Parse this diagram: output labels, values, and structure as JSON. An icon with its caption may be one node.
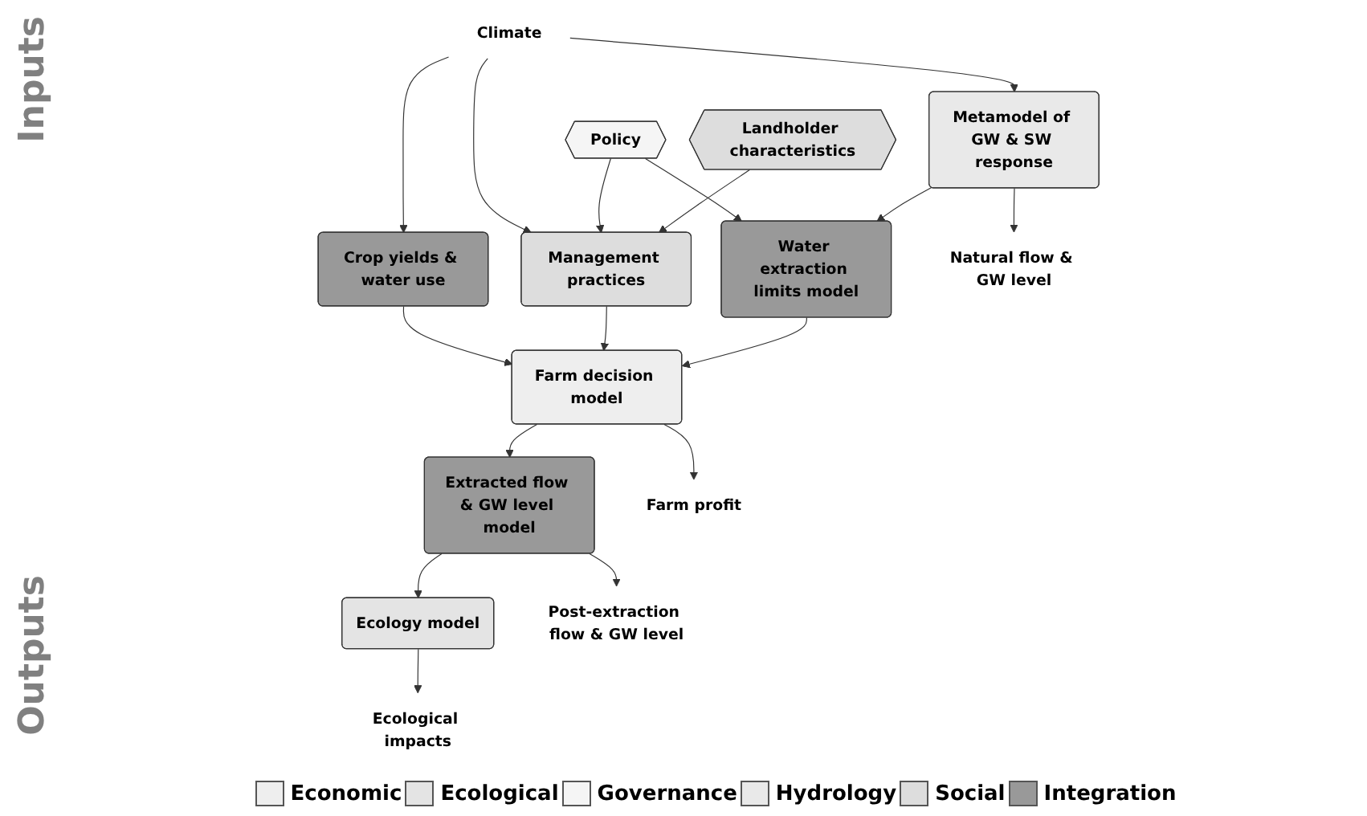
{
  "diagram": {
    "nodes": [
      {
        "text": [
          "Climate"
        ]
      },
      {
        "text": [
          "Policy"
        ]
      },
      {
        "text": [
          "Landholder characteristics"
        ]
      },
      {
        "text": [
          "Crop yields & water use"
        ]
      },
      {
        "text": [
          "Management practices"
        ]
      },
      {
        "text": [
          "Metamodel of GW & SW response"
        ]
      },
      {
        "text": [
          "Water extraction limits model"
        ]
      },
      {
        "text": [
          "Farm decision model"
        ]
      },
      {
        "text": [
          "Extracted flow & GW level model"
        ]
      },
      {
        "text": [
          "Ecology model"
        ]
      },
      {
        "text": [
          "Natural flow & GW level"
        ]
      },
      {
        "text": [
          "Farm profit"
        ]
      },
      {
        "text": [
          "Post-extraction flow & GW level"
        ]
      },
      {
        "text": [
          "Ecological impacts"
        ]
      }
    ],
    "edges": [
      {
        "from": 0,
        "to": 5,
        "arrow": "to"
      },
      {
        "from": 0,
        "to": 3,
        "arrow": "to"
      },
      {
        "from": 0,
        "to": 4,
        "arrow": "to"
      },
      {
        "from": 1,
        "to": 6,
        "arrow": "to"
      },
      {
        "from": 1,
        "to": 4,
        "arrow": "to"
      },
      {
        "from": 2,
        "to": 4,
        "arrow": "to"
      },
      {
        "from": 3,
        "to": 7,
        "arrow": "to"
      },
      {
        "from": 4,
        "to": 7,
        "arrow": "to"
      },
      {
        "from": 5,
        "to": 6,
        "arrow": "to"
      },
      {
        "from": 6,
        "to": 7,
        "arrow": "to"
      },
      {
        "from": 7,
        "to": 8,
        "arrow": "to"
      },
      {
        "from": 8,
        "to": 9,
        "arrow": "to"
      },
      {
        "from": 5,
        "to": 10,
        "arrow": "to"
      },
      {
        "from": 7,
        "to": 11,
        "arrow": "to"
      },
      {
        "from": 8,
        "to": 12,
        "arrow": "to"
      },
      {
        "from": 9,
        "to": 13,
        "arrow": "to"
      }
    ],
    "labels": [
      "Inputs",
      "Outputs"
    ],
    "legend": [
      {
        "text": "Economic",
        "color": "#eeeeee"
      },
      {
        "text": "Ecological",
        "color": "#e4e4e4"
      },
      {
        "text": "Governance",
        "color": "#f5f5f5"
      },
      {
        "text": "Hydrology",
        "color": "#e9e9e9"
      },
      {
        "text": "Social",
        "color": "#dddddd"
      },
      {
        "text": "Integration",
        "color": "#999999"
      }
    ]
  }
}
